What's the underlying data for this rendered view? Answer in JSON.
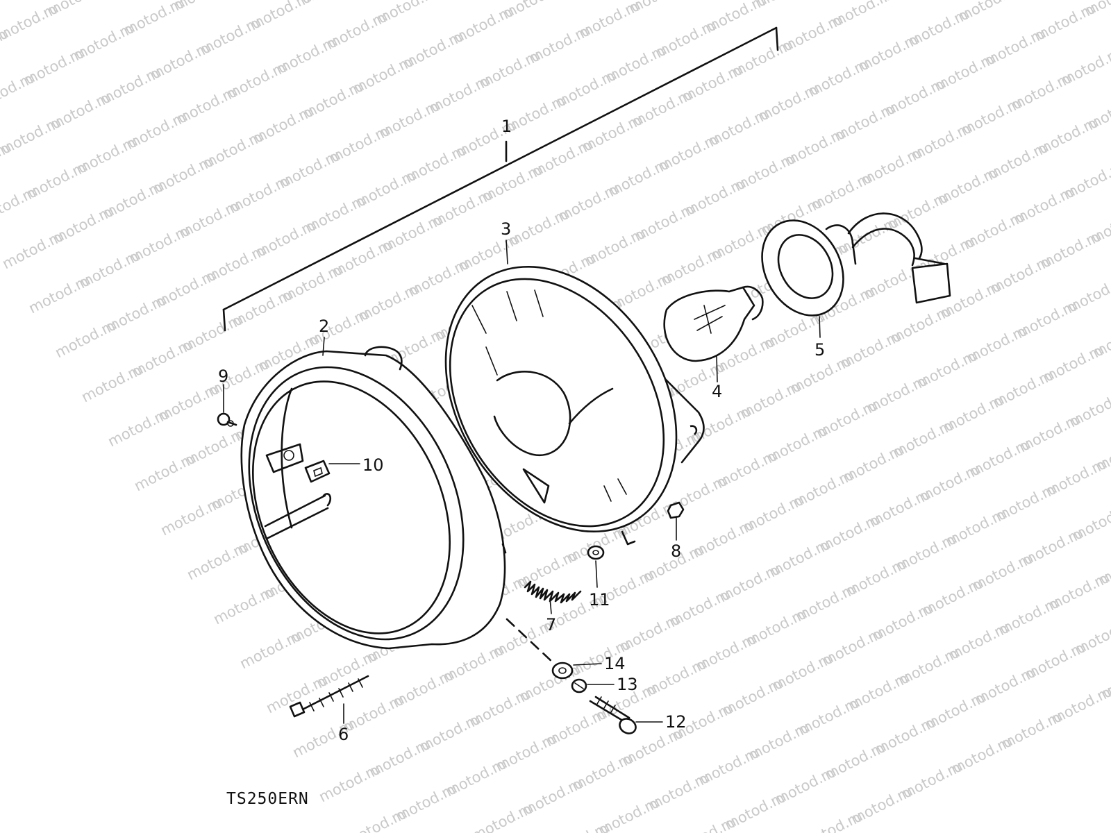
{
  "watermark_text": "motod.ru",
  "model_code": "TS250ERN",
  "callouts": [
    "1",
    "2",
    "3",
    "4",
    "5",
    "6",
    "7",
    "8",
    "9",
    "10",
    "11",
    "12",
    "13",
    "14"
  ],
  "colors": {
    "ink": "#111111",
    "watermark": "#c9c9c9",
    "background": "#ffffff"
  }
}
